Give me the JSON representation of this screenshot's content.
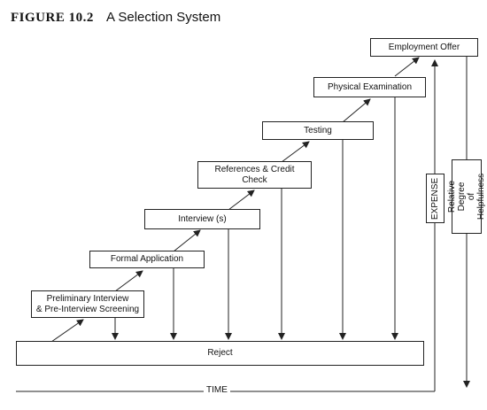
{
  "figure": {
    "number": "FIGURE 10.2",
    "title": "A Selection System"
  },
  "stages": [
    "Preliminary Interview\n& Pre-Interview Screening",
    "Formal Application",
    "Interview (s)",
    "References & Credit\nCheck",
    "Testing",
    "Physical Examination",
    "Employment Offer"
  ],
  "reject": "Reject",
  "expense": "EXPENSE",
  "helpfulness": "Relative Degree\nof Helpfulness",
  "time": "TIME"
}
